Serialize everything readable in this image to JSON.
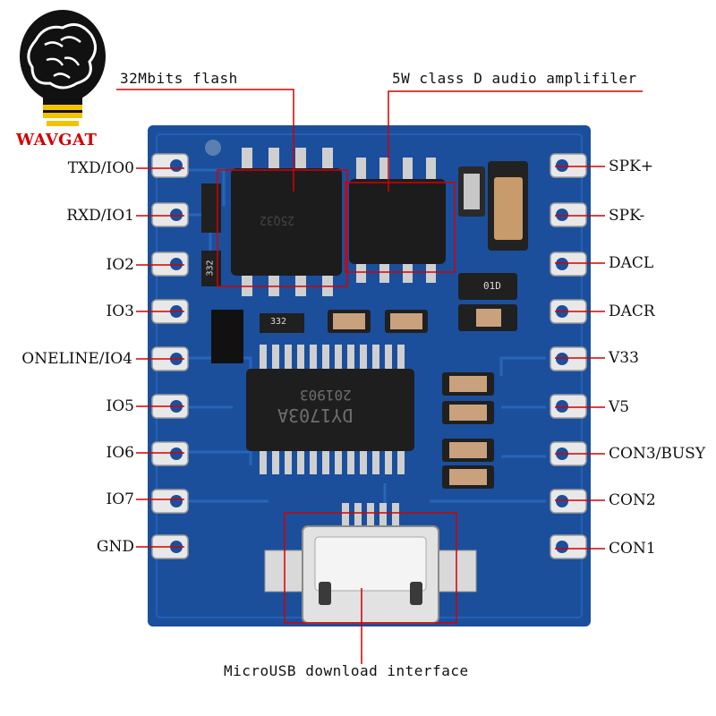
{
  "brand": {
    "name": "WAVGAT"
  },
  "callouts": {
    "flash": "32Mbits flash",
    "amplifier": "5W class D audio amplifiler",
    "usb": "MicroUSB download interface"
  },
  "pins_left": [
    "TXD/IO0",
    "RXD/IO1",
    "IO2",
    "IO3",
    "ONELINE/IO4",
    "IO5",
    "IO6",
    "IO7",
    "GND"
  ],
  "pins_right": [
    "SPK+",
    "SPK-",
    "DACL",
    "DACR",
    "V33",
    "V5",
    "CON3/BUSY",
    "CON2",
    "CON1"
  ],
  "chip_marks": {
    "main_chip_line1": "201903",
    "main_chip_line2": "DY1703A",
    "flash_chip": "25Q32",
    "resistor_1": "01D",
    "resistor_2": "332",
    "resistor_3": "332"
  },
  "colors": {
    "pcb": "#1b4f9c",
    "pcb_dark": "#14407f",
    "callout_line": "#d40000",
    "brand": "#d40000",
    "pad": "#e8e8e8",
    "ic": "#1c1c1c"
  }
}
